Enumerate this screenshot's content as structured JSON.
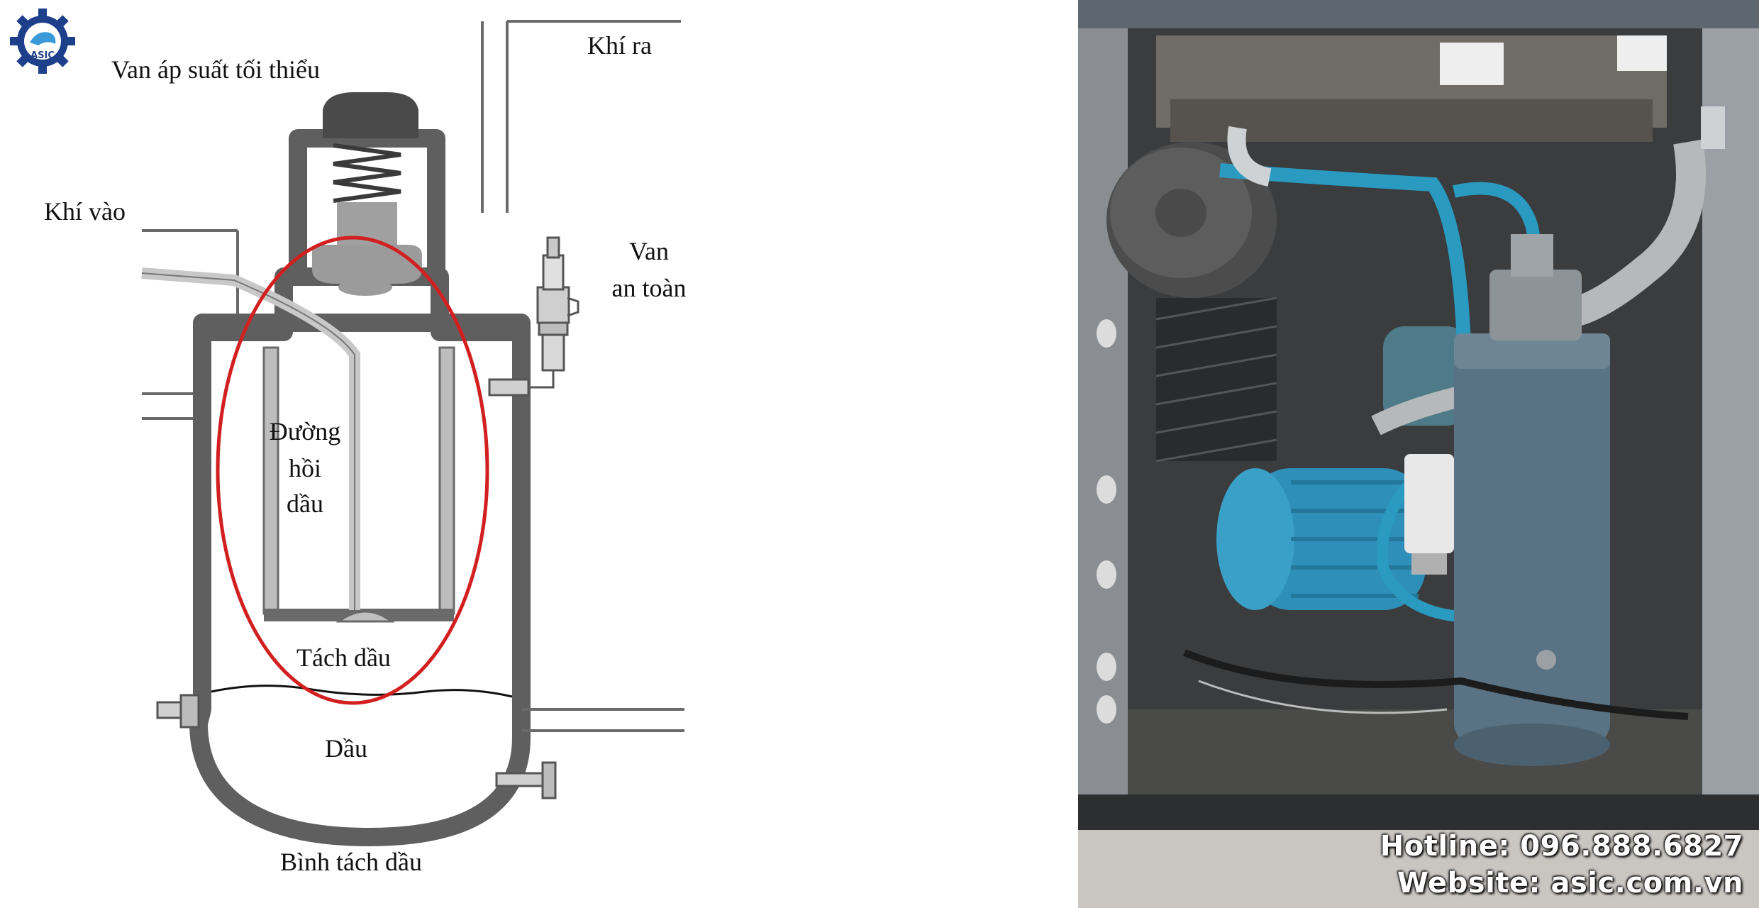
{
  "logo": {
    "text": "ASIC",
    "icon": "gear-logo-icon"
  },
  "labels": {
    "min_pressure_valve": "Van áp suất tối thiểu",
    "air_out": "Khí ra",
    "air_in": "Khí vào",
    "safety_valve_line1": "Van",
    "safety_valve_line2": "an toàn",
    "oil_return_line1": "Đường",
    "oil_return_line2": "hồi",
    "oil_return_line3": "dầu",
    "oil_separator_element": "Tách dầu",
    "oil": "Dầu",
    "separator_tank": "Bình tách dầu"
  },
  "contact": {
    "hotline": "Hotline: 096.888.6827",
    "website": "Website: asic.com.vn"
  },
  "colors": {
    "wall": "#5f5f5f",
    "valve": "#4a4a4a",
    "pipe_light": "#c8c8c8",
    "highlight_ellipse": "#d21f1f",
    "compressor_blue": "#2e8fb8",
    "tank_steel": "#5a7384"
  }
}
